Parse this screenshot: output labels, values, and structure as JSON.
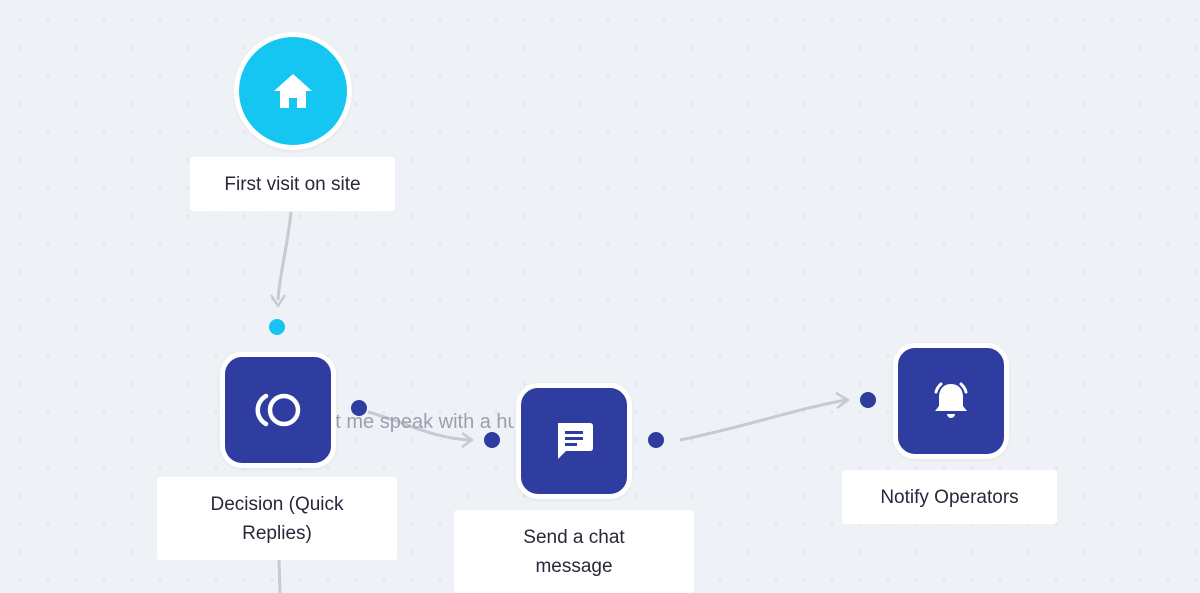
{
  "flow": {
    "edge_label": "Let me speak with a human",
    "nodes": {
      "trigger": {
        "label": "First visit on site",
        "icon": "home-icon"
      },
      "decision": {
        "label": "Decision (Quick Replies)",
        "icon": "quick-replies-icon"
      },
      "send_message": {
        "label": "Send a chat message",
        "icon": "chat-message-icon"
      },
      "notify": {
        "label": "Notify Operators",
        "icon": "bell-icon"
      }
    },
    "colors": {
      "trigger_accent": "#16c6f2",
      "action_accent": "#2e3d9f",
      "edge": "#c4c8d2",
      "edge_label_text": "#9aa0b0",
      "canvas_background": "#eef1f6"
    }
  }
}
